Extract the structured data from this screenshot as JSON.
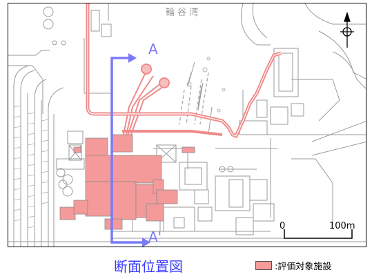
{
  "map": {
    "bay_name": "輪 谷 湾",
    "section_start_label": "A",
    "section_end_label": "A'",
    "scale_zero": "0",
    "scale_distance": "100m",
    "north_arrow": "north-arrow-icon"
  },
  "caption": "断面位置図",
  "legend": {
    "label": ":評価対象施設",
    "swatch_color": "#f49a9a"
  },
  "colors": {
    "facility_fill": "#f49a9a",
    "route_line": "#f08a8a",
    "section_line": "#7a7af7",
    "basemap_line": "#9a9a9a"
  }
}
